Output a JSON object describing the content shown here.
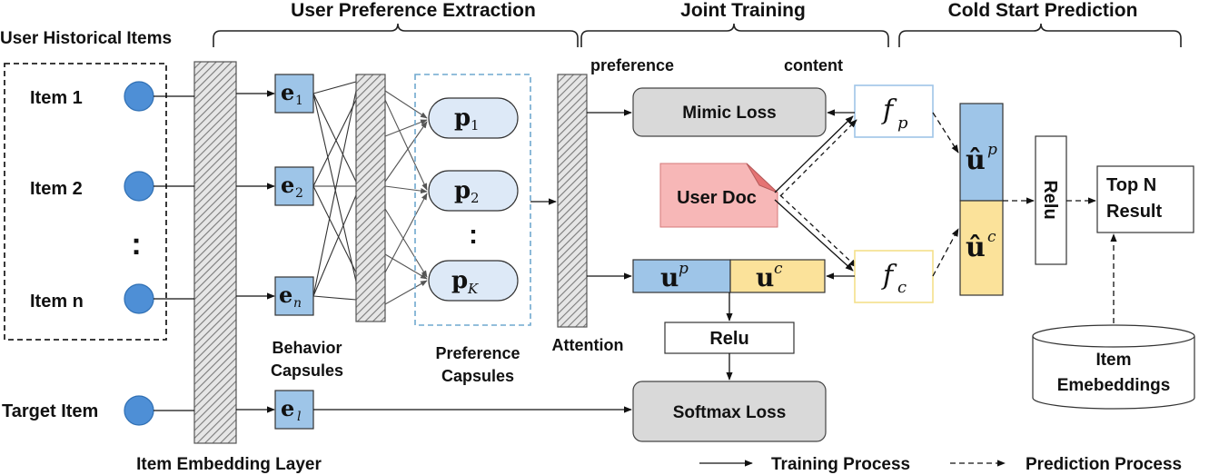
{
  "sections": {
    "user_preference_extraction": "User Preference Extraction",
    "joint_training": "Joint Training",
    "cold_start_prediction": "Cold Start Prediction"
  },
  "user_historical_items": "User Historical Items",
  "items": [
    "Item 1",
    "Item 2",
    "Item n"
  ],
  "item_ellipsis": ":",
  "target_item": "Target Item",
  "item_embedding_layer": "Item Embedding Layer",
  "behavior_capsules": {
    "label_line1": "Behavior",
    "label_line2": "Capsules",
    "nodes": [
      {
        "base": "e",
        "sub": "1"
      },
      {
        "base": "e",
        "sub": "2"
      },
      {
        "base": "e",
        "sub": "n"
      }
    ],
    "target": {
      "base": "e",
      "sub": "l"
    }
  },
  "preference_capsules": {
    "label_line1": "Preference",
    "label_line2": "Capsules",
    "nodes": [
      {
        "base": "p",
        "sub": "1"
      },
      {
        "base": "p",
        "sub": "2"
      },
      {
        "base": "p",
        "sub": "K"
      }
    ],
    "ellipsis": ":"
  },
  "attention": "Attention",
  "joint": {
    "preference": "preference",
    "content": "content",
    "mimic_loss": "Mimic Loss",
    "user_doc": "User Doc",
    "fp": {
      "base": "f",
      "sub": "p"
    },
    "fc": {
      "base": "f",
      "sub": "c"
    },
    "up": {
      "base": "u",
      "sup": "p"
    },
    "uc": {
      "base": "u",
      "sup": "c"
    },
    "relu": "Relu",
    "softmax_loss": "Softmax Loss"
  },
  "cold_start": {
    "uhat_p": {
      "base": "û",
      "sup": "p"
    },
    "uhat_c": {
      "base": "û",
      "sup": "c"
    },
    "relu": "Relu",
    "top_n_line1": "Top N",
    "top_n_line2": "Result",
    "item_emb_line1": "Item",
    "item_emb_line2": "Emebeddings"
  },
  "legend": {
    "training": "Training Process",
    "prediction": "Prediction Process"
  },
  "colors": {
    "node_blue": "#4e8fd6",
    "capsule_blue": "#9ec5e8",
    "capsule_light": "#dde9f7",
    "gray_box": "#d9d9d9",
    "user_doc_pink": "#f7b7b7",
    "yellow": "#fbe29a",
    "fp_border": "#9fc5e8",
    "fc_border": "#f3df8a"
  }
}
